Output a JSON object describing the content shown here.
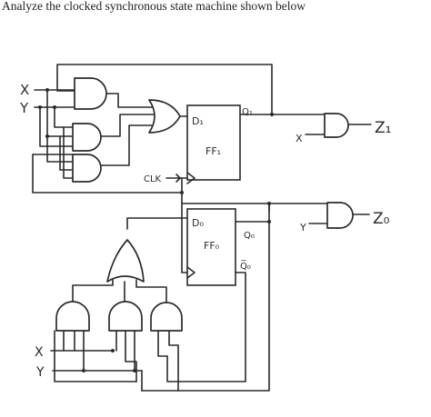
{
  "question": {
    "text": "Analyze the clocked synchronous state machine shown below"
  },
  "labels": {
    "x_top": "X",
    "y_top": "Y",
    "d1": "D₁",
    "q1": "Q₁",
    "ff1": "FF₁",
    "clk": "CLK",
    "x_out": "X",
    "z1": "Z₁",
    "d0": "D₀",
    "q0": "Q₀",
    "q0_bar": "Q̅₀",
    "ff0": "FF₀",
    "y_out": "Y",
    "z0": "Z₀",
    "x_bottom": "X",
    "y_bottom": "Y"
  }
}
